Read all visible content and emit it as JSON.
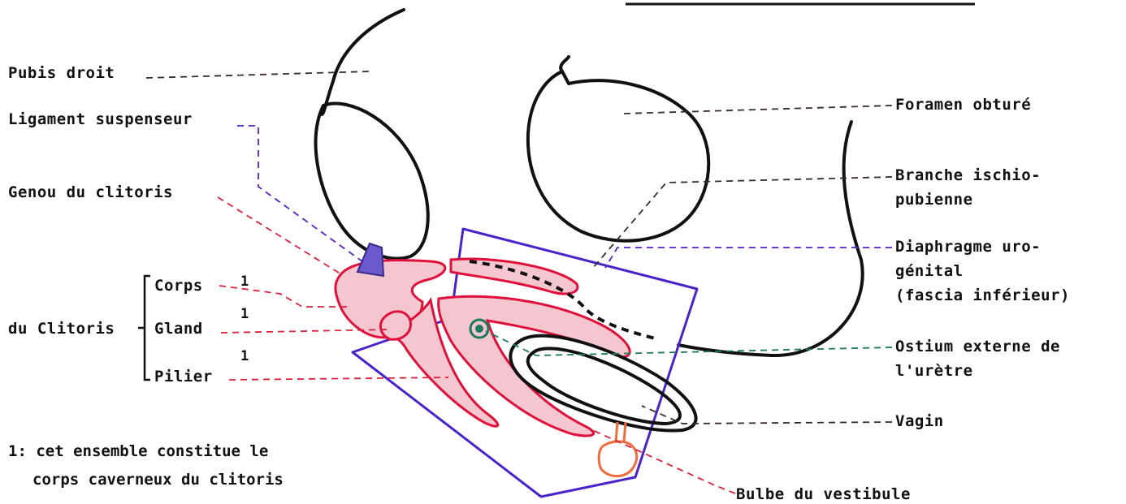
{
  "labels": {
    "pubis_droit": "Pubis droit",
    "ligament_suspenseur": "Ligament suspenseur",
    "genou_clitoris": "Genou du clitoris",
    "corps": "Corps",
    "gland": "Gland",
    "pilier": "Pilier",
    "du_clitoris": "du Clitoris",
    "note_line1": "1: cet ensemble constitue le",
    "note_line2": "corps caverneux du clitoris",
    "foramen_obture": "Foramen obturé",
    "branche_line1": "Branche ischio-",
    "branche_line2": "pubienne",
    "diaphragme_line1": "Diaphragme uro-",
    "diaphragme_line2": "génital",
    "diaphragme_line3": "(fascia inférieur)",
    "ostium_line1": "Ostium externe de",
    "ostium_line2": "l'urètre",
    "vagin": "Vagin",
    "bulbe_vestibule": "Bulbe du vestibule"
  },
  "footnote_marker": "1",
  "colors": {
    "bone_outline": "#111111",
    "leader_dark": "#3a2a2a",
    "leader_purple": "#5522cc",
    "leader_red": "#e0203a",
    "leader_green": "#1a7a5a",
    "diaphragm_outline": "#4a22cc",
    "clitoris_outline": "#e0103a",
    "clitoris_fill": "#f4c6d0",
    "bulb_color": "#f06a3a",
    "urethra_color": "#1a7a5a",
    "ligament_fill": "#6a5acd"
  }
}
